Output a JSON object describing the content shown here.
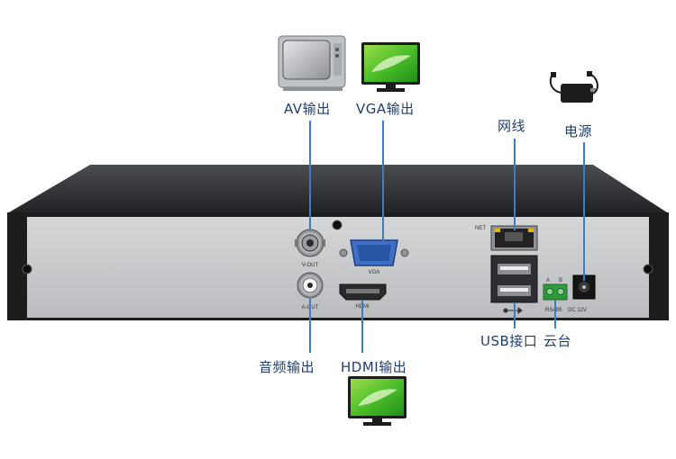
{
  "callouts": {
    "av_out": "AV输出",
    "vga_out": "VGA输出",
    "network": "网线",
    "power": "电源",
    "audio_out": "音频输出",
    "hdmi_out": "HDMI输出",
    "usb_port": "USB接口",
    "ptz": "云台"
  },
  "panel_labels": {
    "v_out": "V-OUT",
    "a_out": "A-OUT",
    "vga": "VGA",
    "hdmi": "HDMI",
    "net": "NET",
    "a": "A",
    "b": "B",
    "rs485": "RS485",
    "dc": "DC 12V"
  },
  "colors": {
    "callout_line": "#3a7fc1",
    "callout_text": "#1f3f6e",
    "chassis": "#1b1c1e",
    "panel": "#c9cbcd",
    "vga_blue": "#3f6fc6",
    "terminal_green": "#2e9a3e"
  }
}
